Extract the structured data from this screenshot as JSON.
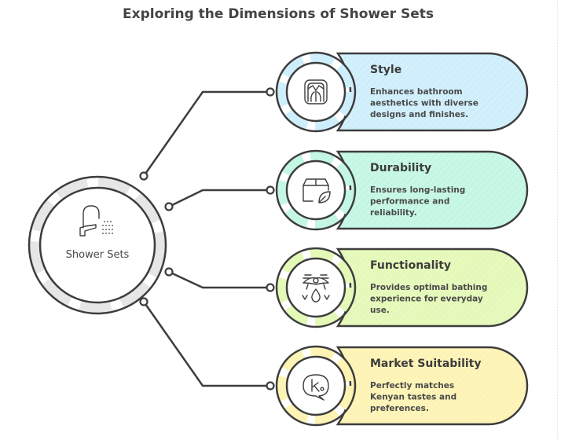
{
  "title": "Exploring the Dimensions of Shower Sets",
  "center": {
    "label": "Shower Sets",
    "icon": "shower-faucet-icon",
    "accent": "#e6e6e6"
  },
  "items": [
    {
      "title": "Style",
      "description_lines": [
        "Enhances bathroom",
        "aesthetics with diverse",
        "designs and finishes."
      ],
      "icon": "armchair-icon",
      "color": "#cfeefc"
    },
    {
      "title": "Durability",
      "description_lines": [
        "Ensures long-lasting",
        "performance and",
        "reliability."
      ],
      "icon": "box-leaf-icon",
      "color": "#c4f7e3"
    },
    {
      "title": "Functionality",
      "description_lines": [
        "Provides optimal bathing",
        "experience for everyday",
        "use."
      ],
      "icon": "shower-drop-icon",
      "color": "#e4f9b8"
    },
    {
      "title": "Market Suitability",
      "description_lines": [
        "Perfectly matches",
        "Kenyan tastes and",
        "preferences."
      ],
      "icon": "chat-k-icon",
      "color": "#fdf3b4"
    }
  ]
}
